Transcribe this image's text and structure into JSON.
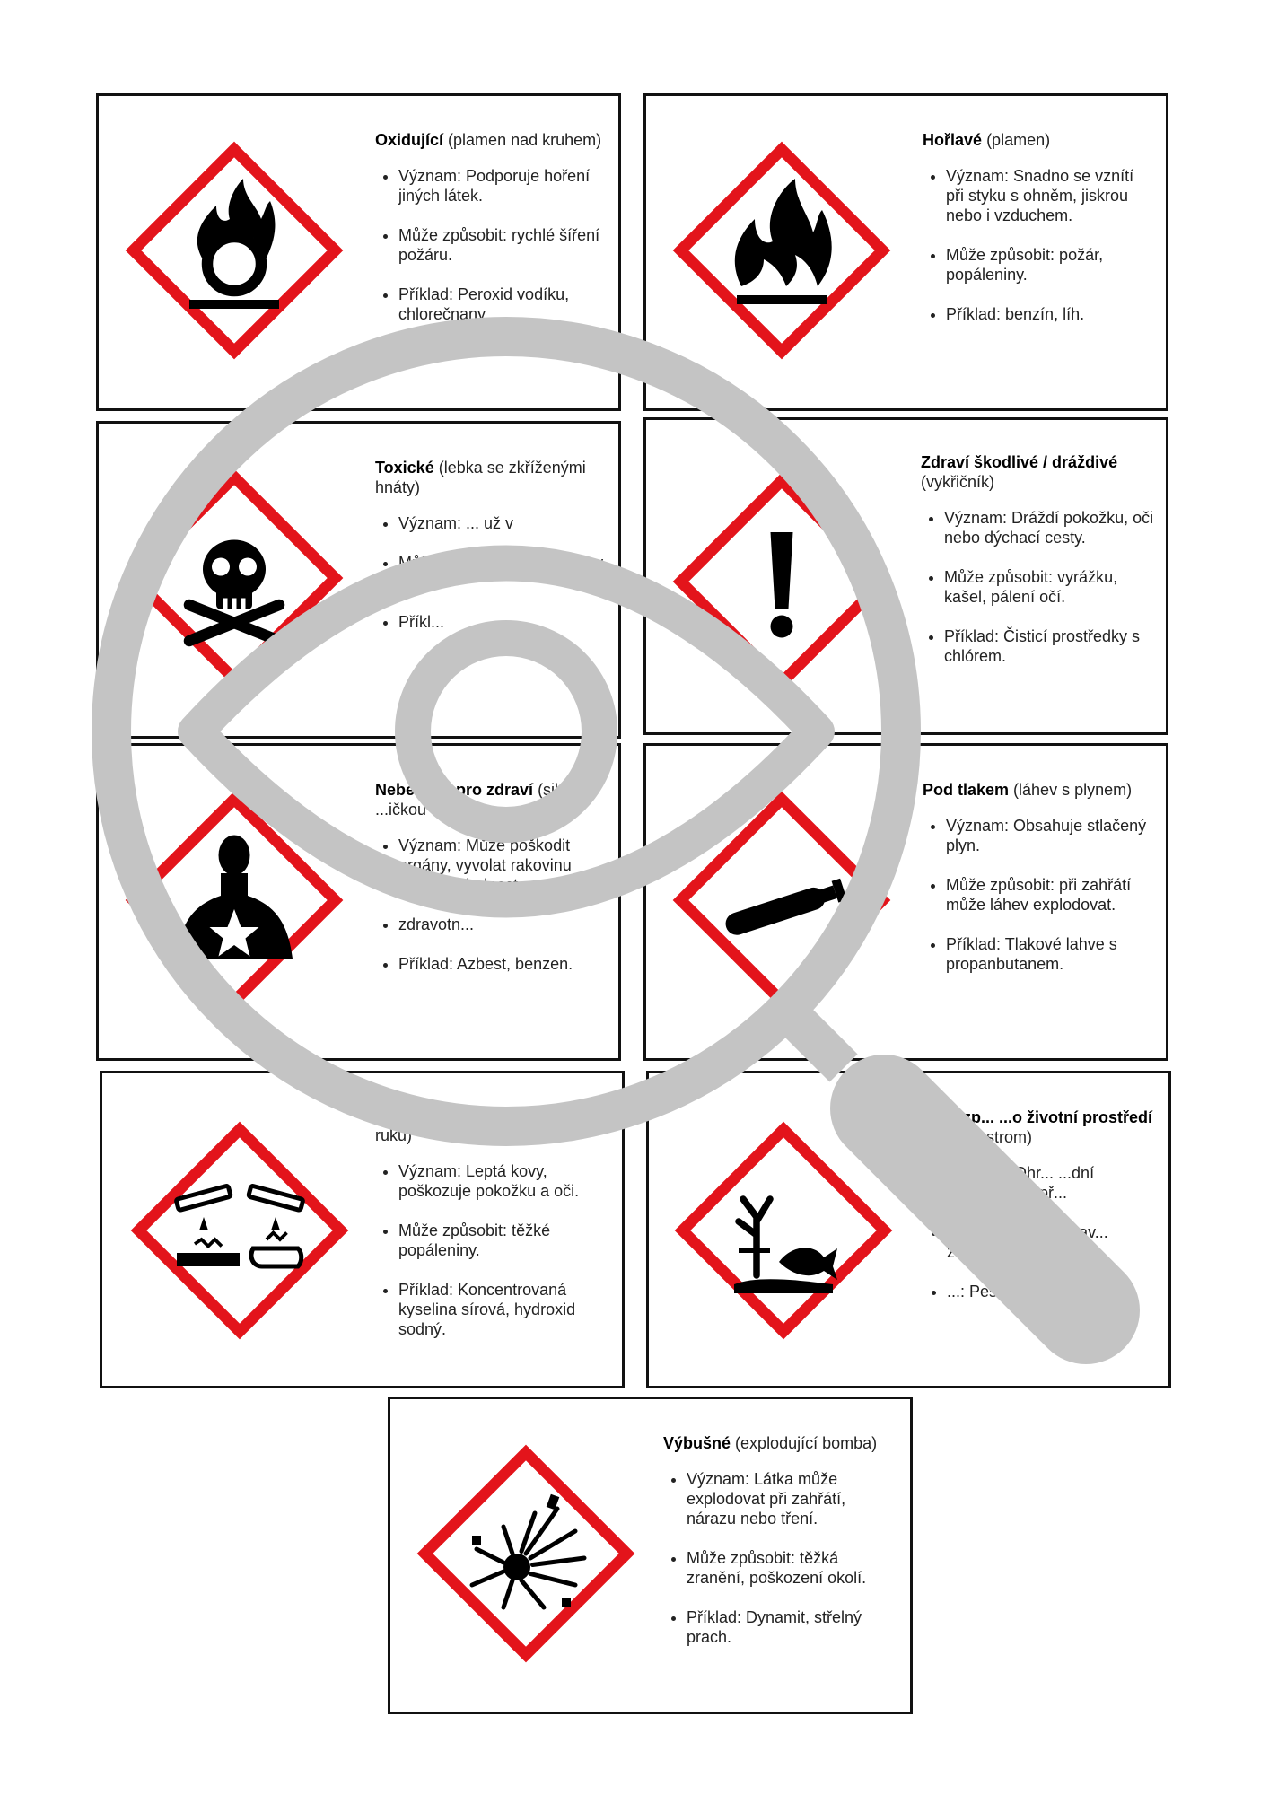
{
  "colors": {
    "diamond_red": "#e3141b",
    "border": "#111111",
    "magnifier_gray": "#c4c4c4"
  },
  "cards": [
    {
      "icon": "flame-over-circle-icon",
      "title": "Oxidující",
      "subtitle": "(plamen nad kruhem)",
      "items": [
        "Význam: Podporuje hoření jiných látek.",
        "Může způsobit: rychlé šíření požáru.",
        "Příklad: Peroxid vodíku, chlorečnany."
      ]
    },
    {
      "icon": "flame-icon",
      "title": "Hořlavé",
      "subtitle": "(plamen)",
      "items": [
        "Význam: Snadno se vznítí při styku s ohněm, jiskrou nebo i vzduchem.",
        "Může způsobit: požár, popáleniny.",
        "Příklad: benzín, líh."
      ]
    },
    {
      "icon": "skull-crossbones-icon",
      "title": "Toxické",
      "subtitle": "(lebka se zkříženými hnáty)",
      "items": [
        "Význam: ... už v",
        "Může způsobit: vážné otravy, smrt.",
        "Příkl..."
      ]
    },
    {
      "icon": "exclamation-mark-icon",
      "title": "Zdraví škodlivé / dráždivé",
      "subtitle": "(vykřičník)",
      "items": [
        "Význam: Dráždí pokožku, oči nebo dýchací cesty.",
        "Může způsobit: vyrážku, kašel, pálení očí.",
        "Příklad: Čisticí prostředky s chlórem."
      ]
    },
    {
      "icon": "health-hazard-icon",
      "title": "Nebe... né pro zdraví",
      "subtitle": "(silue... ...ičkou v...)",
      "items": [
        "Význam: Může poškodit orgány, vyvolat rakovinu nebo neplodnost.",
        "zdravotn...",
        "Příklad: Azbest, benzen."
      ]
    },
    {
      "icon": "gas-cylinder-icon",
      "title": "Pod tlakem",
      "subtitle": "(láhev s plynem)",
      "items": [
        "Význam: Obsahuje stlačený plyn.",
        "Může způsobit: při zahřátí může láhev explodovat.",
        "Příklad: Tlakové lahve s propanbutanem."
      ]
    },
    {
      "icon": "corrosion-icon",
      "title": "",
      "subtitle": "ruku)",
      "items": [
        "Význam: Leptá kovy, poškozuje pokožku a oči.",
        "Může způsobit: těžké popáleniny.",
        "Příklad: Koncentrovaná kyselina sírová, hydroxid sodný."
      ]
    },
    {
      "icon": "environment-tree-fish-icon",
      "title": "Nebezp... ...o životní prostředí",
      "subtitle": "(...yba a strom)",
      "items": [
        "Význam: Ohr... ...dní organismy a př...",
        "Může způsobit: otrav... znečištění přírody.",
        "...: Pesticidy, těžké k..."
      ]
    },
    {
      "icon": "exploding-bomb-icon",
      "title": "Výbušné",
      "subtitle": "(explodující bomba)",
      "items": [
        "Význam: Látka může explodovat při zahřátí, nárazu nebo tření.",
        "Může způsobit: těžká zranění, poškození okolí.",
        "Příklad: Dynamit, střelný prach."
      ]
    }
  ]
}
